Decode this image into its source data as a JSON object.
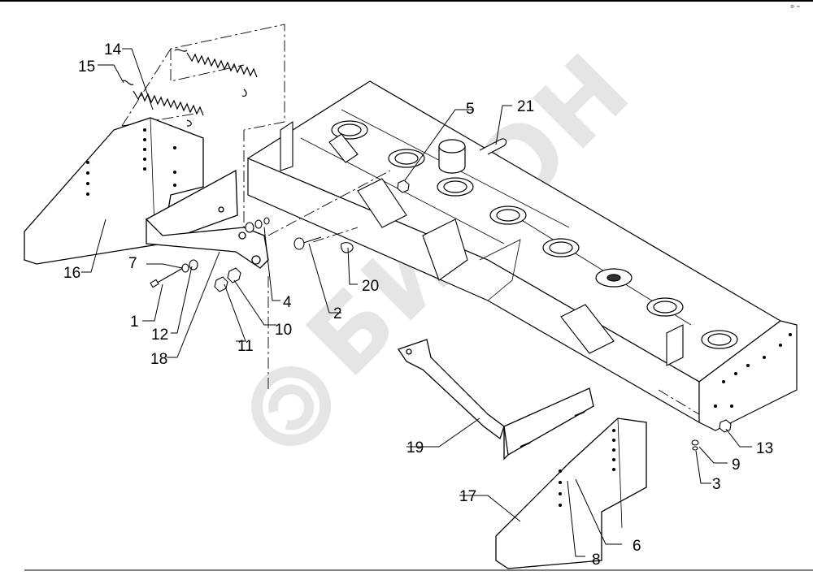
{
  "corner_mark": "⚙ ≈",
  "watermark": {
    "text": "БИЗОН",
    "color": "#cfcfcf"
  },
  "callouts": [
    {
      "id": "1",
      "label": "1"
    },
    {
      "id": "2",
      "label": "2"
    },
    {
      "id": "3",
      "label": "3"
    },
    {
      "id": "4",
      "label": "4"
    },
    {
      "id": "5",
      "label": "5"
    },
    {
      "id": "6",
      "label": "6"
    },
    {
      "id": "7",
      "label": "7"
    },
    {
      "id": "8",
      "label": "8"
    },
    {
      "id": "9",
      "label": "9"
    },
    {
      "id": "10",
      "label": "10"
    },
    {
      "id": "11",
      "label": "11"
    },
    {
      "id": "12",
      "label": "12"
    },
    {
      "id": "13",
      "label": "13"
    },
    {
      "id": "14",
      "label": "14"
    },
    {
      "id": "15",
      "label": "15"
    },
    {
      "id": "16",
      "label": "16"
    },
    {
      "id": "17",
      "label": "17"
    },
    {
      "id": "18",
      "label": "18"
    },
    {
      "id": "19",
      "label": "19"
    },
    {
      "id": "20",
      "label": "20"
    },
    {
      "id": "21",
      "label": "21"
    }
  ]
}
